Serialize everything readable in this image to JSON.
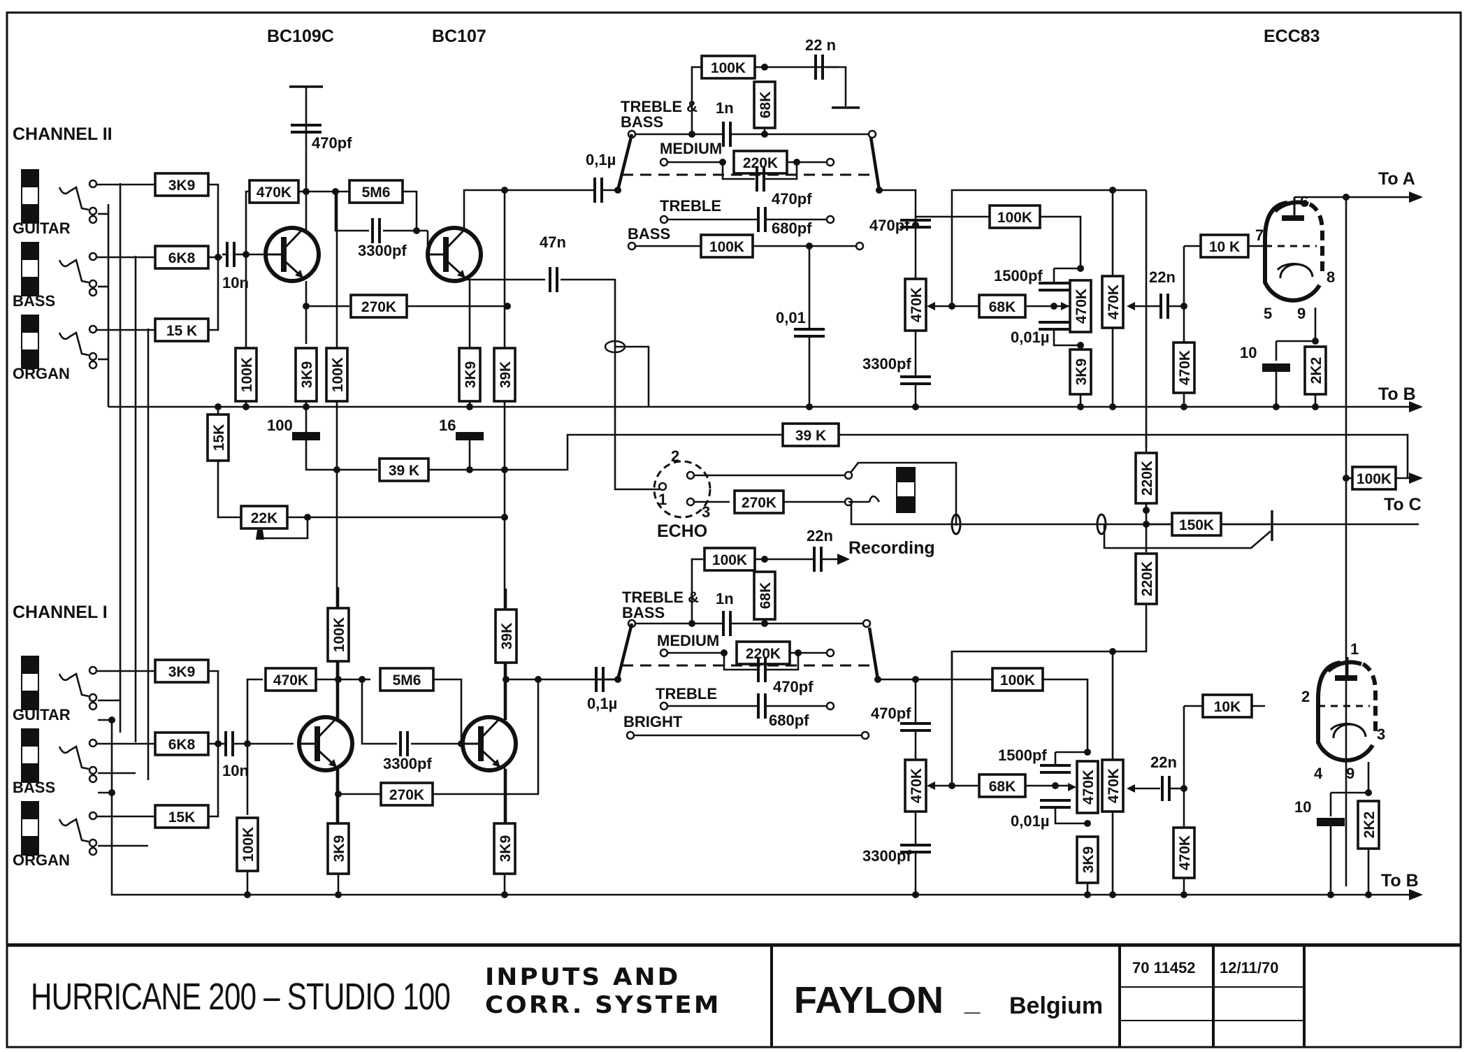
{
  "title_block": {
    "model": "HURRICANE 200 – STUDIO 100",
    "subtitle_line1": "INPUTS AND",
    "subtitle_line2": "CORR. SYSTEM",
    "manufacturer": "FAYLON",
    "separator": "_",
    "country": "Belgium",
    "drawing_number": "70 11452",
    "date": "12/11/70"
  },
  "headings": {
    "transistor1": "BC109C",
    "transistor2": "BC107",
    "tube": "ECC83",
    "channel2": "CHANNEL II",
    "channel1": "CHANNEL I"
  },
  "inputs": {
    "ch2": [
      "GUITAR",
      "BASS",
      "ORGAN"
    ],
    "ch1": [
      "GUITAR",
      "BASS",
      "ORGAN"
    ]
  },
  "outputs": {
    "to_a": "To A",
    "to_b_top": "To B",
    "to_c": "To C",
    "to_b_bottom": "To B",
    "recording": "Recording",
    "echo": "ECHO"
  },
  "switch_labels": {
    "ch2": [
      "TREBLE &",
      "BASS",
      "MEDIUM",
      "TREBLE",
      "BASS"
    ],
    "ch1": [
      "TREBLE &",
      "BASS",
      "MEDIUM",
      "TREBLE",
      "BRIGHT"
    ]
  },
  "echo_pins": [
    "1",
    "2",
    "3"
  ],
  "tube_pins": {
    "upper": [
      "6",
      "7",
      "8",
      "5",
      "9"
    ],
    "lower": [
      "1",
      "2",
      "3",
      "4",
      "9"
    ]
  },
  "components": {
    "r_ch2_in_guitar": "3K9",
    "r_ch2_in_bass": "6K8",
    "r_ch2_in_organ": "15 K",
    "c_ch2_in": "10n",
    "c_ch2_470pf": "470pf",
    "r_ch2_470k": "470K",
    "r_ch2_5m6": "5M6",
    "c_ch2_3300": "3300pf",
    "r_ch2_270k": "270K",
    "r_ch2_100k_a": "100K",
    "r_ch2_3k9_a": "3K9",
    "r_ch2_100k_b": "100K",
    "r_ch2_3k9_b": "3K9",
    "r_ch2_39k_v": "39K",
    "c_ch2_47n": "47n",
    "e_100": "100",
    "e_16": "16",
    "r_15k_v": "15K",
    "r_39k_mid": "39 K",
    "p_22k": "22K",
    "r_39k_long": "39 K",
    "c_ch2_01": "0,1µ",
    "r_ch2_ts_100k": "100K",
    "c_ch2_22n": "22 n",
    "r_ch2_ts_68k": "68K",
    "c_ch2_1n": "1n",
    "r_ch2_ts_220k": "220K",
    "c_ch2_ts_470": "470pf",
    "c_ch2_ts_680": "680pf",
    "r_ch2_bass_100k": "100K",
    "c_ch2_001": "0,01",
    "c_ch2_470b": "470pf",
    "p_ch2_470k": "470K",
    "c_ch2_3300b": "3300pf",
    "r_ch2_fb_100k": "100K",
    "r_ch2_68k": "68K",
    "c_ch2_1500": "1500pf",
    "c_ch2_001b": "0,01µ",
    "p_ch2_470k_b": "470K",
    "r_ch2_3k9_c": "3K9",
    "p_ch2_470k_c": "470K",
    "c_ch2_22n_b": "22n",
    "r_ch2_470k_grid": "470K",
    "r_ch2_10k": "10 K",
    "e_ch2_10": "10",
    "r_ch2_2k2": "2K2",
    "r_220k_a": "220K",
    "r_220k_b": "220K",
    "r_150k": "150K",
    "r_100k_c": "100K",
    "r_echo_270k": "270K",
    "r_ch1_in_guitar": "3K9",
    "r_ch1_in_bass": "6K8",
    "r_ch1_in_organ": "15K",
    "c_ch1_in": "10n",
    "r_ch1_470k": "470K",
    "r_ch1_5m6": "5M6",
    "c_ch1_3300": "3300pf",
    "r_ch1_270k": "270K",
    "r_ch1_100k_top": "100K",
    "r_ch1_39k_top": "39K",
    "r_ch1_100k_a": "100K",
    "r_ch1_3k9_a": "3K9",
    "r_ch1_3k9_b": "3K9",
    "c_ch1_01": "0,1µ",
    "r_ch1_ts_100k": "100K",
    "c_ch1_22n": "22n",
    "r_ch1_ts_68k": "68K",
    "c_ch1_1n": "1n",
    "r_ch1_ts_220k": "220K",
    "c_ch1_ts_470": "470pf",
    "c_ch1_ts_680": "680pf",
    "c_ch1_470b": "470pf",
    "p_ch1_470k": "470K",
    "c_ch1_3300b": "3300pf",
    "r_ch1_fb_100k": "100K",
    "r_ch1_68k": "68K",
    "c_ch1_1500": "1500pf",
    "c_ch1_001b": "0,01µ",
    "p_ch1_470k_b": "470K",
    "r_ch1_3k9_c": "3K9",
    "p_ch1_470k_c": "470K",
    "c_ch1_22n_b": "22n",
    "r_ch1_470k_grid": "470K",
    "r_ch1_10k": "10K",
    "e_ch1_10": "10",
    "r_ch1_2k2": "2K2"
  }
}
